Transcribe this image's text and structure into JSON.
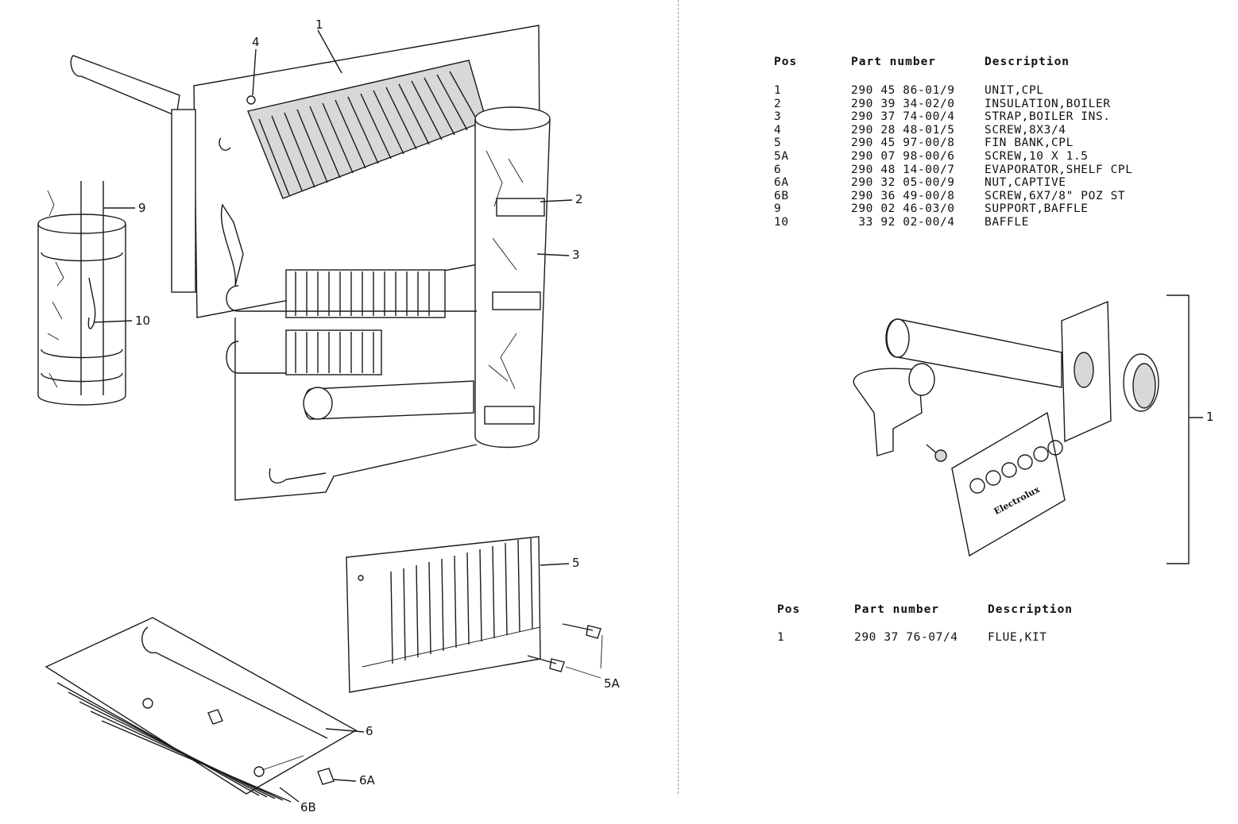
{
  "table1": {
    "headers": {
      "pos": "Pos",
      "part_number": "Part number",
      "description": "Description"
    },
    "rows": [
      {
        "pos": "1",
        "part_number": "290 45 86-01/9",
        "description": "UNIT,CPL"
      },
      {
        "pos": "2",
        "part_number": "290 39 34-02/0",
        "description": "INSULATION,BOILER"
      },
      {
        "pos": "3",
        "part_number": "290 37 74-00/4",
        "description": "STRAP,BOILER INS."
      },
      {
        "pos": "4",
        "part_number": "290 28 48-01/5",
        "description": "SCREW,8X3/4"
      },
      {
        "pos": "5",
        "part_number": "290 45 97-00/8",
        "description": "FIN BANK,CPL"
      },
      {
        "pos": "5A",
        "part_number": "290 07 98-00/6",
        "description": "SCREW,10 X 1.5"
      },
      {
        "pos": "6",
        "part_number": "290 48 14-00/7",
        "description": "EVAPORATOR,SHELF CPL"
      },
      {
        "pos": "6A",
        "part_number": "290 32 05-00/9",
        "description": "NUT,CAPTIVE"
      },
      {
        "pos": "6B",
        "part_number": "290 36 49-00/8",
        "description": "SCREW,6X7/8\" POZ ST"
      },
      {
        "pos": "9",
        "part_number": "290 02 46-03/0",
        "description": "SUPPORT,BAFFLE"
      },
      {
        "pos": "10",
        "part_number": " 33 92 02-00/4",
        "description": "BAFFLE"
      }
    ]
  },
  "table2": {
    "headers": {
      "pos": "Pos",
      "part_number": "Part number",
      "description": "Description"
    },
    "rows": [
      {
        "pos": "1",
        "part_number": "290 37 76-07/4",
        "description": "FLUE,KIT"
      }
    ]
  },
  "callouts": {
    "c1": "1",
    "c2": "2",
    "c3": "3",
    "c4": "4",
    "c5": "5",
    "c5a": "5A",
    "c6": "6",
    "c6a": "6A",
    "c6b": "6B",
    "c9": "9",
    "c10": "10",
    "flue_kit": "1"
  },
  "logo_text": "Electrolux"
}
